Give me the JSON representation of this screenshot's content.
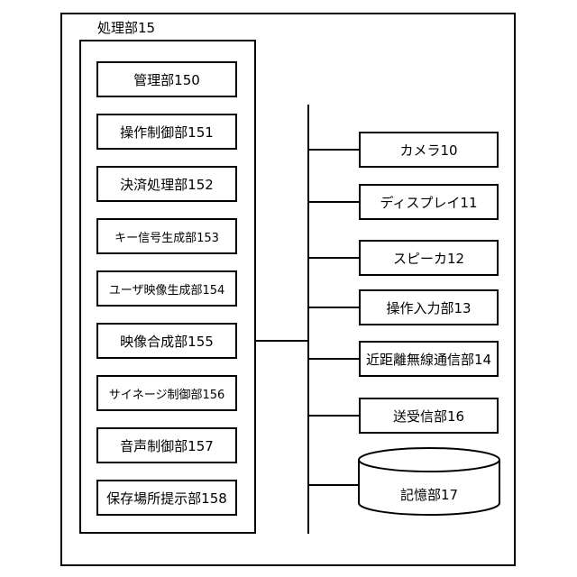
{
  "processor": {
    "label": "処理部15",
    "units": [
      {
        "label": "管理部150"
      },
      {
        "label": "操作制御部151"
      },
      {
        "label": "決済処理部152"
      },
      {
        "label": "キー信号生成部153"
      },
      {
        "label": "ユーザ映像生成部154"
      },
      {
        "label": "映像合成部155"
      },
      {
        "label": "サイネージ制御部156"
      },
      {
        "label": "音声制御部157"
      },
      {
        "label": "保存場所提示部158"
      }
    ]
  },
  "devices": [
    {
      "label": "カメラ10"
    },
    {
      "label": "ディスプレイ11"
    },
    {
      "label": "スピーカ12"
    },
    {
      "label": "操作入力部13"
    },
    {
      "label": "近距離無線通信部14"
    },
    {
      "label": "送受信部16"
    }
  ],
  "storage": {
    "label": "記憶部17"
  }
}
